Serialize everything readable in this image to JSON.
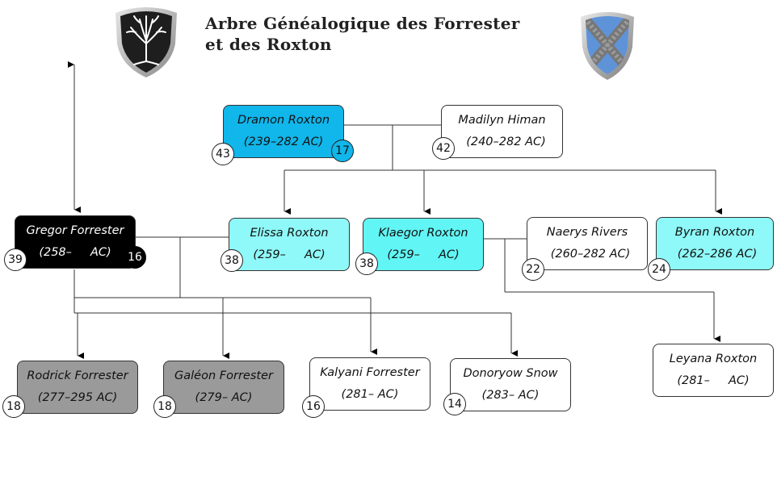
{
  "title": {
    "line1": "Arbre Généalogique des Forrester",
    "line2": "et des Roxton"
  },
  "shields": [
    {
      "name": "forrester-shield",
      "color": "#1c1c1c",
      "emblem": "white tree"
    },
    {
      "name": "roxton-shield",
      "color": "#5b8fd6",
      "emblem": "grey saltire"
    }
  ],
  "colors": {
    "blue": "#11b6ea",
    "cyan": "#61f5f5",
    "lightcyan": "#8ff8f8",
    "black": "#000000",
    "gray": "#9a9a9a"
  },
  "people": {
    "dramon": {
      "name": "Dramon Roxton",
      "years": "(239–282 AC)",
      "age": "43",
      "badge2": "17"
    },
    "madilyn": {
      "name": "Madilyn Himan",
      "years": "(240–282 AC)",
      "age": "42"
    },
    "gregor": {
      "name": "Gregor Forrester",
      "years": "(258–     AC)",
      "age": "39",
      "badge2": "16"
    },
    "elissa": {
      "name": "Elissa Roxton",
      "years": "(259–     AC)",
      "age": "38"
    },
    "klaegor": {
      "name": "Klaegor Roxton",
      "years": "(259–     AC)",
      "age": "38"
    },
    "naerys": {
      "name": "Naerys Rivers",
      "years": "(260–282 AC)",
      "age": "22"
    },
    "byran": {
      "name": "Byran Roxton",
      "years": "(262–286 AC)",
      "age": "24"
    },
    "rodrick": {
      "name": "Rodrick Forrester",
      "years": "(277–295 AC)",
      "age": "18"
    },
    "galeon": {
      "name": "Galéon Forrester",
      "years": "(279– AC)",
      "age": "18"
    },
    "kalyani": {
      "name": "Kalyani Forrester",
      "years": "(281– AC)",
      "age": "16"
    },
    "donoryow": {
      "name": "Donoryow Snow",
      "years": "(283– AC)",
      "age": "14"
    },
    "leyana": {
      "name": "Leyana Roxton",
      "years": "(281–     AC)",
      "age": ""
    }
  }
}
